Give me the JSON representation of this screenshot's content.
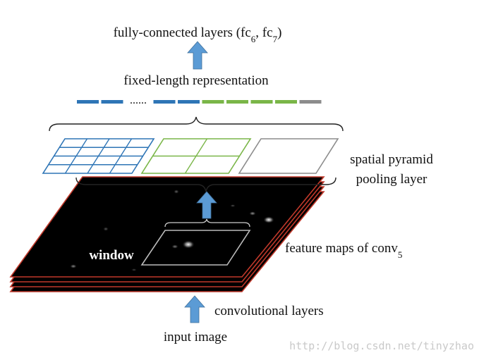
{
  "labels": {
    "fc_prefix": "fully-connected layers (fc",
    "fc6_sub": "6",
    "fc_mid": ", fc",
    "fc7_sub": "7",
    "fc_suffix": ")",
    "fixed_length": "fixed-length representation",
    "vector_dots": "......",
    "spp_line1": "spatial pyramid",
    "spp_line2": "pooling layer",
    "feature_maps_prefix": "feature maps of conv",
    "feature_maps_sub": "5",
    "window": "window",
    "conv_layers": "convolutional layers",
    "input_image": "input image"
  },
  "watermark": "http://blog.csdn.net/tinyzhao",
  "pyramid_grids": [
    {
      "rows": 4,
      "cols": 4,
      "color": "#2e75b6"
    },
    {
      "rows": 2,
      "cols": 2,
      "color": "#7ab648"
    },
    {
      "rows": 1,
      "cols": 1,
      "color": "#8c8c8c"
    }
  ],
  "vector_segments": [
    "blue",
    "blue",
    "dots",
    "blue",
    "blue",
    "green",
    "green",
    "green",
    "green",
    "gray"
  ],
  "colors": {
    "blue": "#2e75b6",
    "green": "#7ab648",
    "gray": "#8c8c8c",
    "arrow": "#5b9bd5",
    "feature_map": "#000000",
    "feature_map_border": "#c0392b",
    "bracket": "#222222",
    "window": "#bbbbbb"
  },
  "icons": {
    "up_arrow": "up-arrow-icon",
    "curly_brace": "curly-brace-icon"
  }
}
